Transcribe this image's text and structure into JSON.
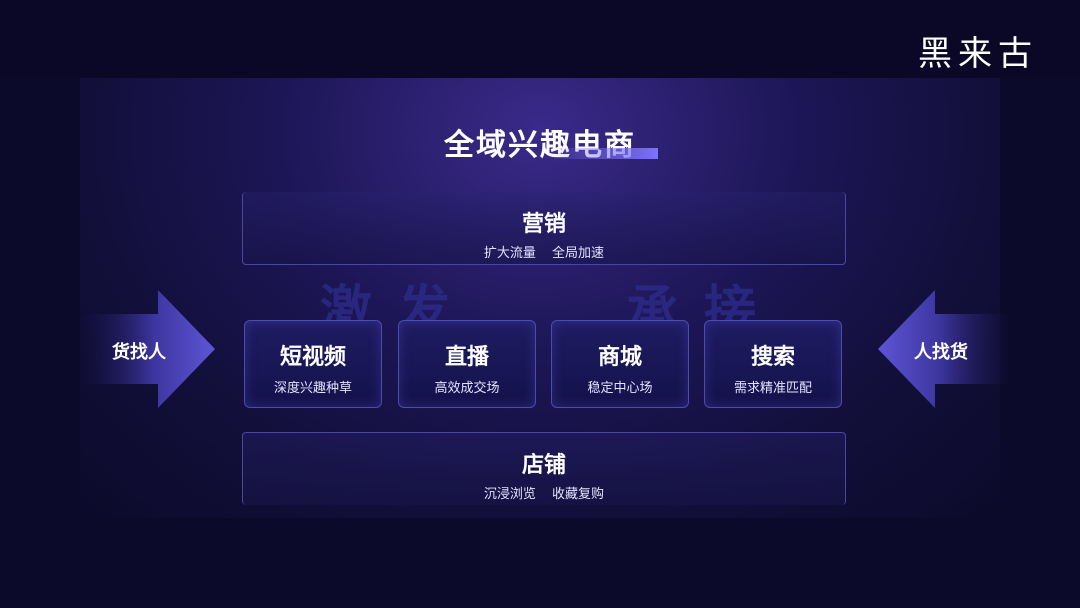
{
  "brand": {
    "logo": "黑来古"
  },
  "title": "全域兴趣电商",
  "marketing": {
    "title": "营销",
    "subtitle": "扩大流量 全局加速"
  },
  "store": {
    "title": "店铺",
    "subtitle": "沉浸浏览 收藏复购"
  },
  "background_words": {
    "left": "激发",
    "right": "承接"
  },
  "arrows": {
    "left": "货找人",
    "right": "人找货"
  },
  "cards": [
    {
      "title": "短视频",
      "subtitle": "深度兴趣种草"
    },
    {
      "title": "直播",
      "subtitle": "高效成交场"
    },
    {
      "title": "商城",
      "subtitle": "稳定中心场"
    },
    {
      "title": "搜索",
      "subtitle": "需求精准匹配"
    }
  ],
  "colors": {
    "background": "#0c0a2a",
    "accent": "#7d73ff",
    "card_border": "#4c4bb0"
  }
}
